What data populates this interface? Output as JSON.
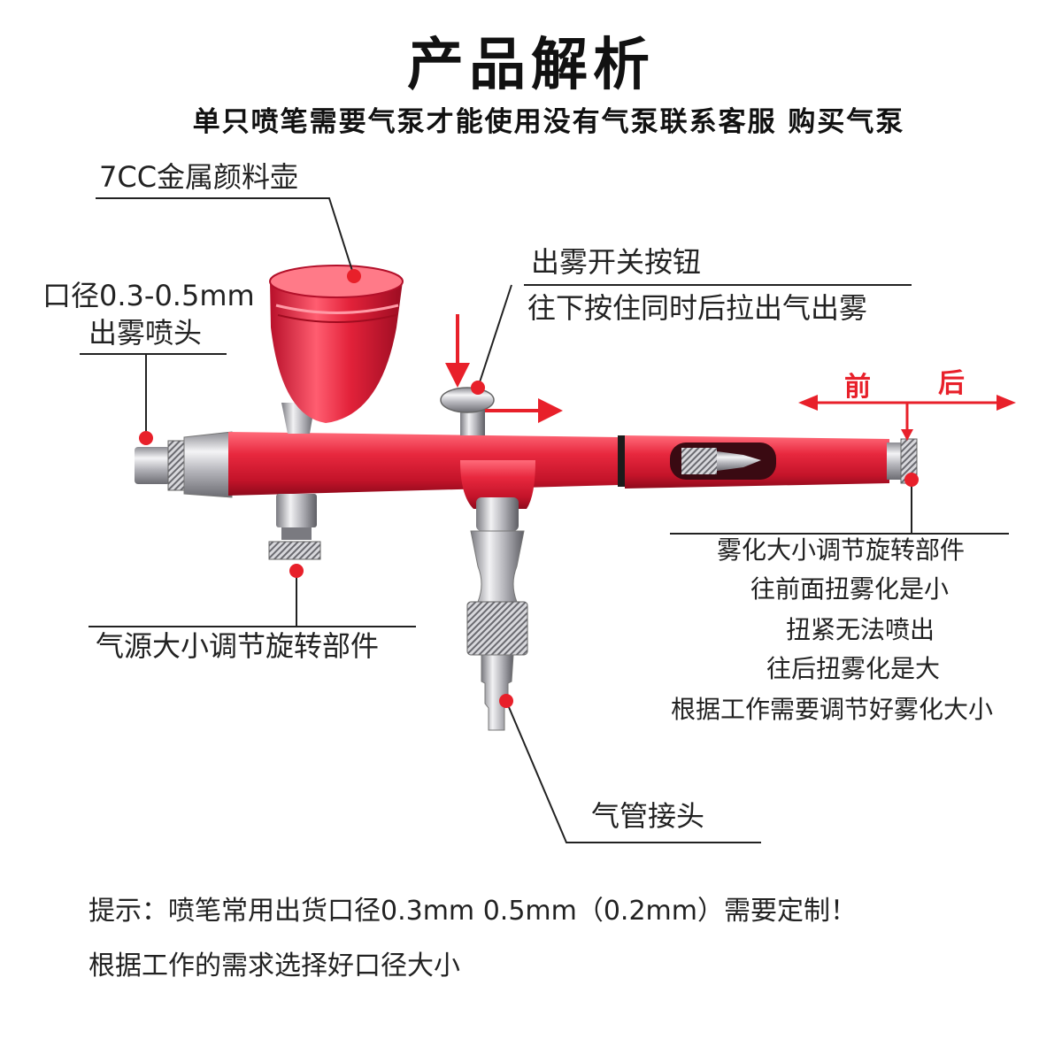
{
  "header": {
    "title": "产品解析",
    "subtitle": "单只喷笔需要气泵才能使用没有气泵联系客服 购买气泵"
  },
  "callouts": {
    "paint_cup": "7CC金属颜料壶",
    "nozzle_line1": "口径0.3-0.5mm",
    "nozzle_line2": "出雾喷头",
    "trigger_line1": "出雾开关按钮",
    "trigger_line2": "往下按住同时后拉出气出雾",
    "air_adjust": "气源大小调节旋转部件",
    "air_connector": "气管接头",
    "atomize_line1": "雾化大小调节旋转部件",
    "atomize_line2": "往前面扭雾化是小",
    "atomize_line3": "扭紧无法喷出",
    "atomize_line4": "往后扭雾化是大",
    "atomize_line5": "根据工作需要调节好雾化大小"
  },
  "direction": {
    "front": "前",
    "back": "后"
  },
  "notes": {
    "line1": "提示：喷笔常用出货口径0.3mm 0.5mm（0.2mm）需要定制！",
    "line2": "根据工作的需求选择好口径大小"
  },
  "colors": {
    "body_red": "#e0243a",
    "accent_red": "#e8202a",
    "chrome": "#c8c8cc"
  }
}
